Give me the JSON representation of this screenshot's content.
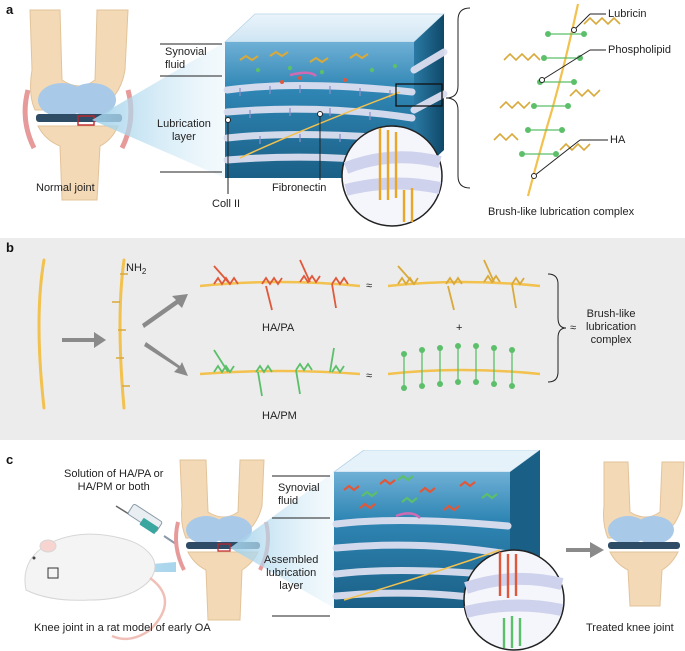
{
  "panel_a": {
    "letter": "a",
    "synovial_fluid": "Synovial\nfluid",
    "lubrication_layer": "Lubrication\nlayer",
    "normal_joint": "Normal joint",
    "coll2": "Coll II",
    "fibronectin": "Fibronectin",
    "lubricin": "Lubricin",
    "phospholipid": "Phospholipid",
    "ha": "HA",
    "brush_caption": "Brush-like lubrication complex"
  },
  "panel_b": {
    "letter": "b",
    "nh2": "NH",
    "nh2_sub": "2",
    "ha_pa": "HA/PA",
    "ha_pm": "HA/PM",
    "approx1": "≈",
    "approx2": "≈",
    "plus": "+",
    "approx3": "≈",
    "brush_complex": "Brush-like\nlubrication\ncomplex"
  },
  "panel_c": {
    "letter": "c",
    "solution": "Solution of HA/PA or\nHA/PM or both",
    "synovial_fluid": "Synovial\nfluid",
    "assembled_layer": "Assembled\nlubrication\nlayer",
    "rat_caption": "Knee joint in a rat model of early OA",
    "treated": "Treated knee joint"
  },
  "colors": {
    "bone": "#f3d9b6",
    "cartilage": "#a9c9e8",
    "tissue_blue": "#1f6d97",
    "ha_strand": "#f2c14e",
    "lubricin": "#d9a93a",
    "phospholipid": "#5cbf6a",
    "polymer_red": "#e0583a",
    "panel_b_bg": "#ececec"
  }
}
